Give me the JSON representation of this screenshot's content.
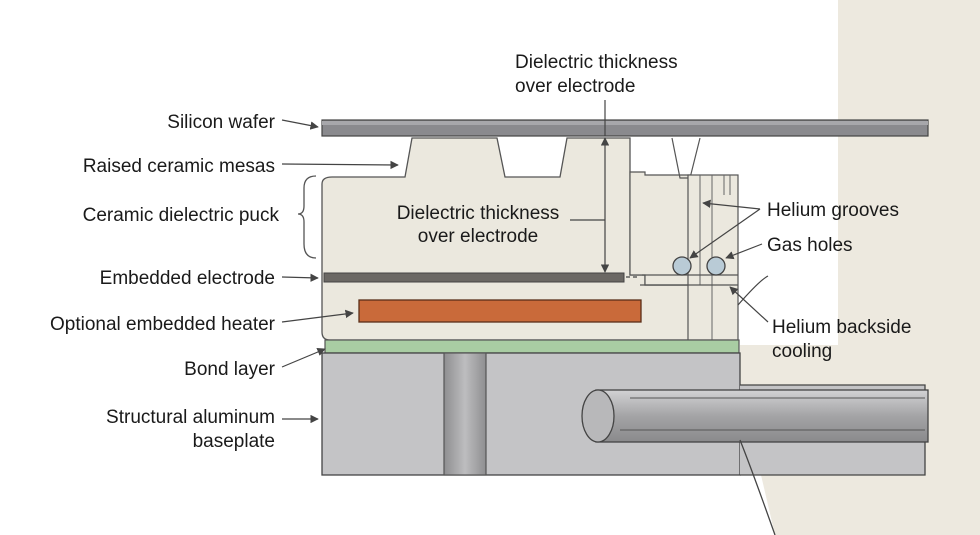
{
  "labels": {
    "silicon_wafer": "Silicon wafer",
    "raised_mesas": "Raised ceramic mesas",
    "dielectric_puck": "Ceramic dielectric puck",
    "embedded_electrode": "Embedded electrode",
    "embedded_heater": "Optional embedded heater",
    "bond_layer": "Bond layer",
    "baseplate_line1": "Structural aluminum",
    "baseplate_line2": "baseplate",
    "top_thickness_line1": "Dielectric thickness",
    "top_thickness_line2": "over electrode",
    "mid_thickness_line1": "Dielectric thickness",
    "mid_thickness_line2": "over electrode",
    "helium_grooves": "Helium grooves",
    "gas_holes": "Gas holes",
    "backside_line1": "Helium backside",
    "backside_line2": "cooling"
  },
  "colors": {
    "background_panel": "#ede9df",
    "puck_fill": "#ebe8de",
    "wafer_fill": "#8a8a8e",
    "electrode_fill": "#6b6864",
    "heater_fill": "#c96a3a",
    "bond_fill": "#a9cda3",
    "baseplate_fill": "#c4c4c6",
    "pipe_fill": "#a8a8aa",
    "hole_fill": "#b9cbd6"
  }
}
